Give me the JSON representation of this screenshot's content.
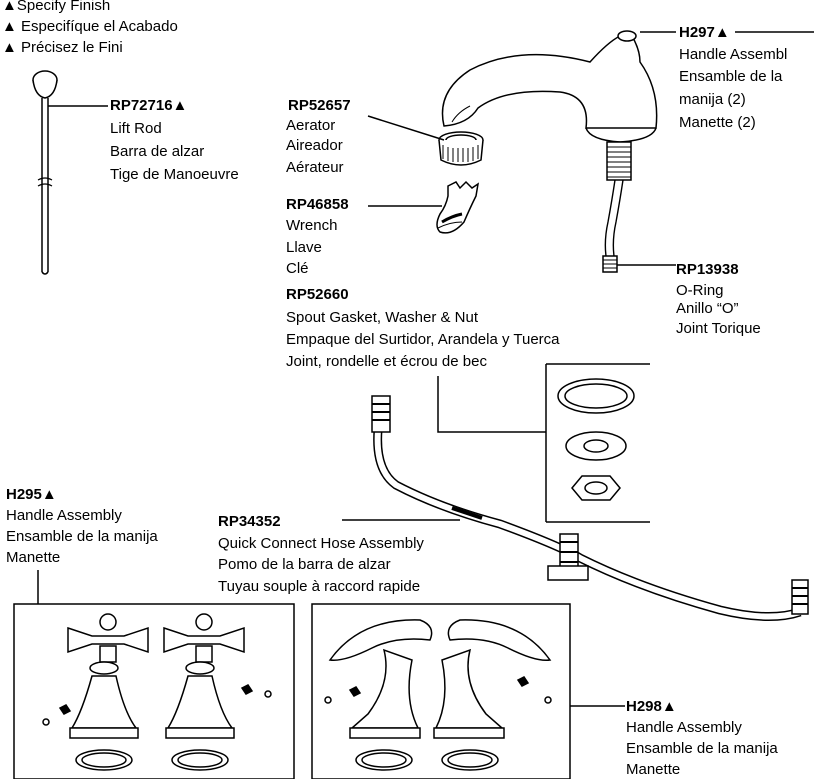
{
  "legend": {
    "l1": "▲Specify Finish",
    "l2": "▲ Especifíque el Acabado",
    "l3": "▲ Précisez le Fini"
  },
  "parts": {
    "rp72716": {
      "code": "RP72716▲",
      "lines": [
        "Lift Rod",
        "Barra de alzar",
        "Tige de Manoeuvre"
      ]
    },
    "rp52657": {
      "code": "RP52657",
      "lines": [
        "Aerator",
        "Aireador",
        "Aérateur"
      ]
    },
    "rp46858": {
      "code": "RP46858",
      "lines": [
        "Wrench",
        "Llave",
        "Clé"
      ]
    },
    "h297": {
      "code": "H297▲",
      "lines": [
        "Handle Assembl",
        "Ensamble de la",
        "manija (2)",
        "Manette (2)"
      ]
    },
    "rp13938": {
      "code": "RP13938",
      "lines": [
        "O-Ring",
        "Anillo “O”",
        "Joint Torique"
      ]
    },
    "rp52660": {
      "code": "RP52660",
      "lines": [
        "Spout Gasket, Washer & Nut",
        "Empaque del Surtidor, Arandela y Tuerca",
        "Joint, rondelle et écrou de bec"
      ]
    },
    "h295": {
      "code": "H295▲",
      "lines": [
        "Handle Assembly",
        "Ensamble de la manija",
        "Manette"
      ]
    },
    "rp34352": {
      "code": "RP34352",
      "lines": [
        "Quick Connect Hose Assembly",
        "Pomo de la barra de alzar",
        "Tuyau souple à raccord rapide"
      ]
    },
    "h298": {
      "code": "H298▲",
      "lines": [
        "Handle Assembly",
        "Ensamble de la manija",
        "Manette"
      ]
    }
  }
}
